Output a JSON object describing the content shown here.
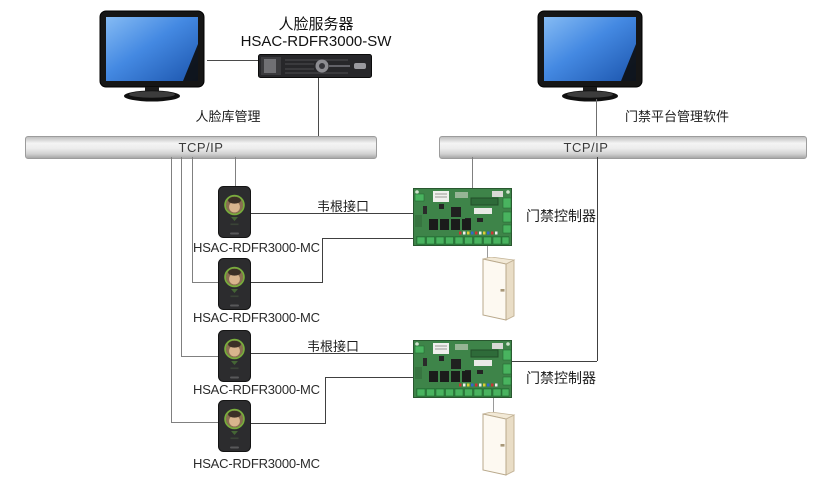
{
  "server": {
    "name": "人脸服务器",
    "model": "HSAC-RDFR3000-SW"
  },
  "workstations": {
    "left": {
      "label": "人脸库管理"
    },
    "right": {
      "label": "门禁平台管理软件"
    }
  },
  "buses": {
    "left": {
      "label": "TCP/IP"
    },
    "right": {
      "label": "TCP/IP"
    }
  },
  "readers": [
    {
      "model": "HSAC-RDFR3000-MC"
    },
    {
      "model": "HSAC-RDFR3000-MC"
    },
    {
      "model": "HSAC-RDFR3000-MC"
    },
    {
      "model": "HSAC-RDFR3000-MC"
    }
  ],
  "controllers": [
    {
      "label": "门禁控制器"
    },
    {
      "label": "门禁控制器"
    }
  ],
  "wiegand_links": [
    {
      "label": "韦根接口"
    },
    {
      "label": "韦根接口"
    }
  ],
  "colors": {
    "screen_blue": "#4489e2",
    "pcb_green": "#3e8449",
    "door_cream": "#fbf7ee",
    "line_gray": "#808080",
    "line_dark": "#404040"
  }
}
